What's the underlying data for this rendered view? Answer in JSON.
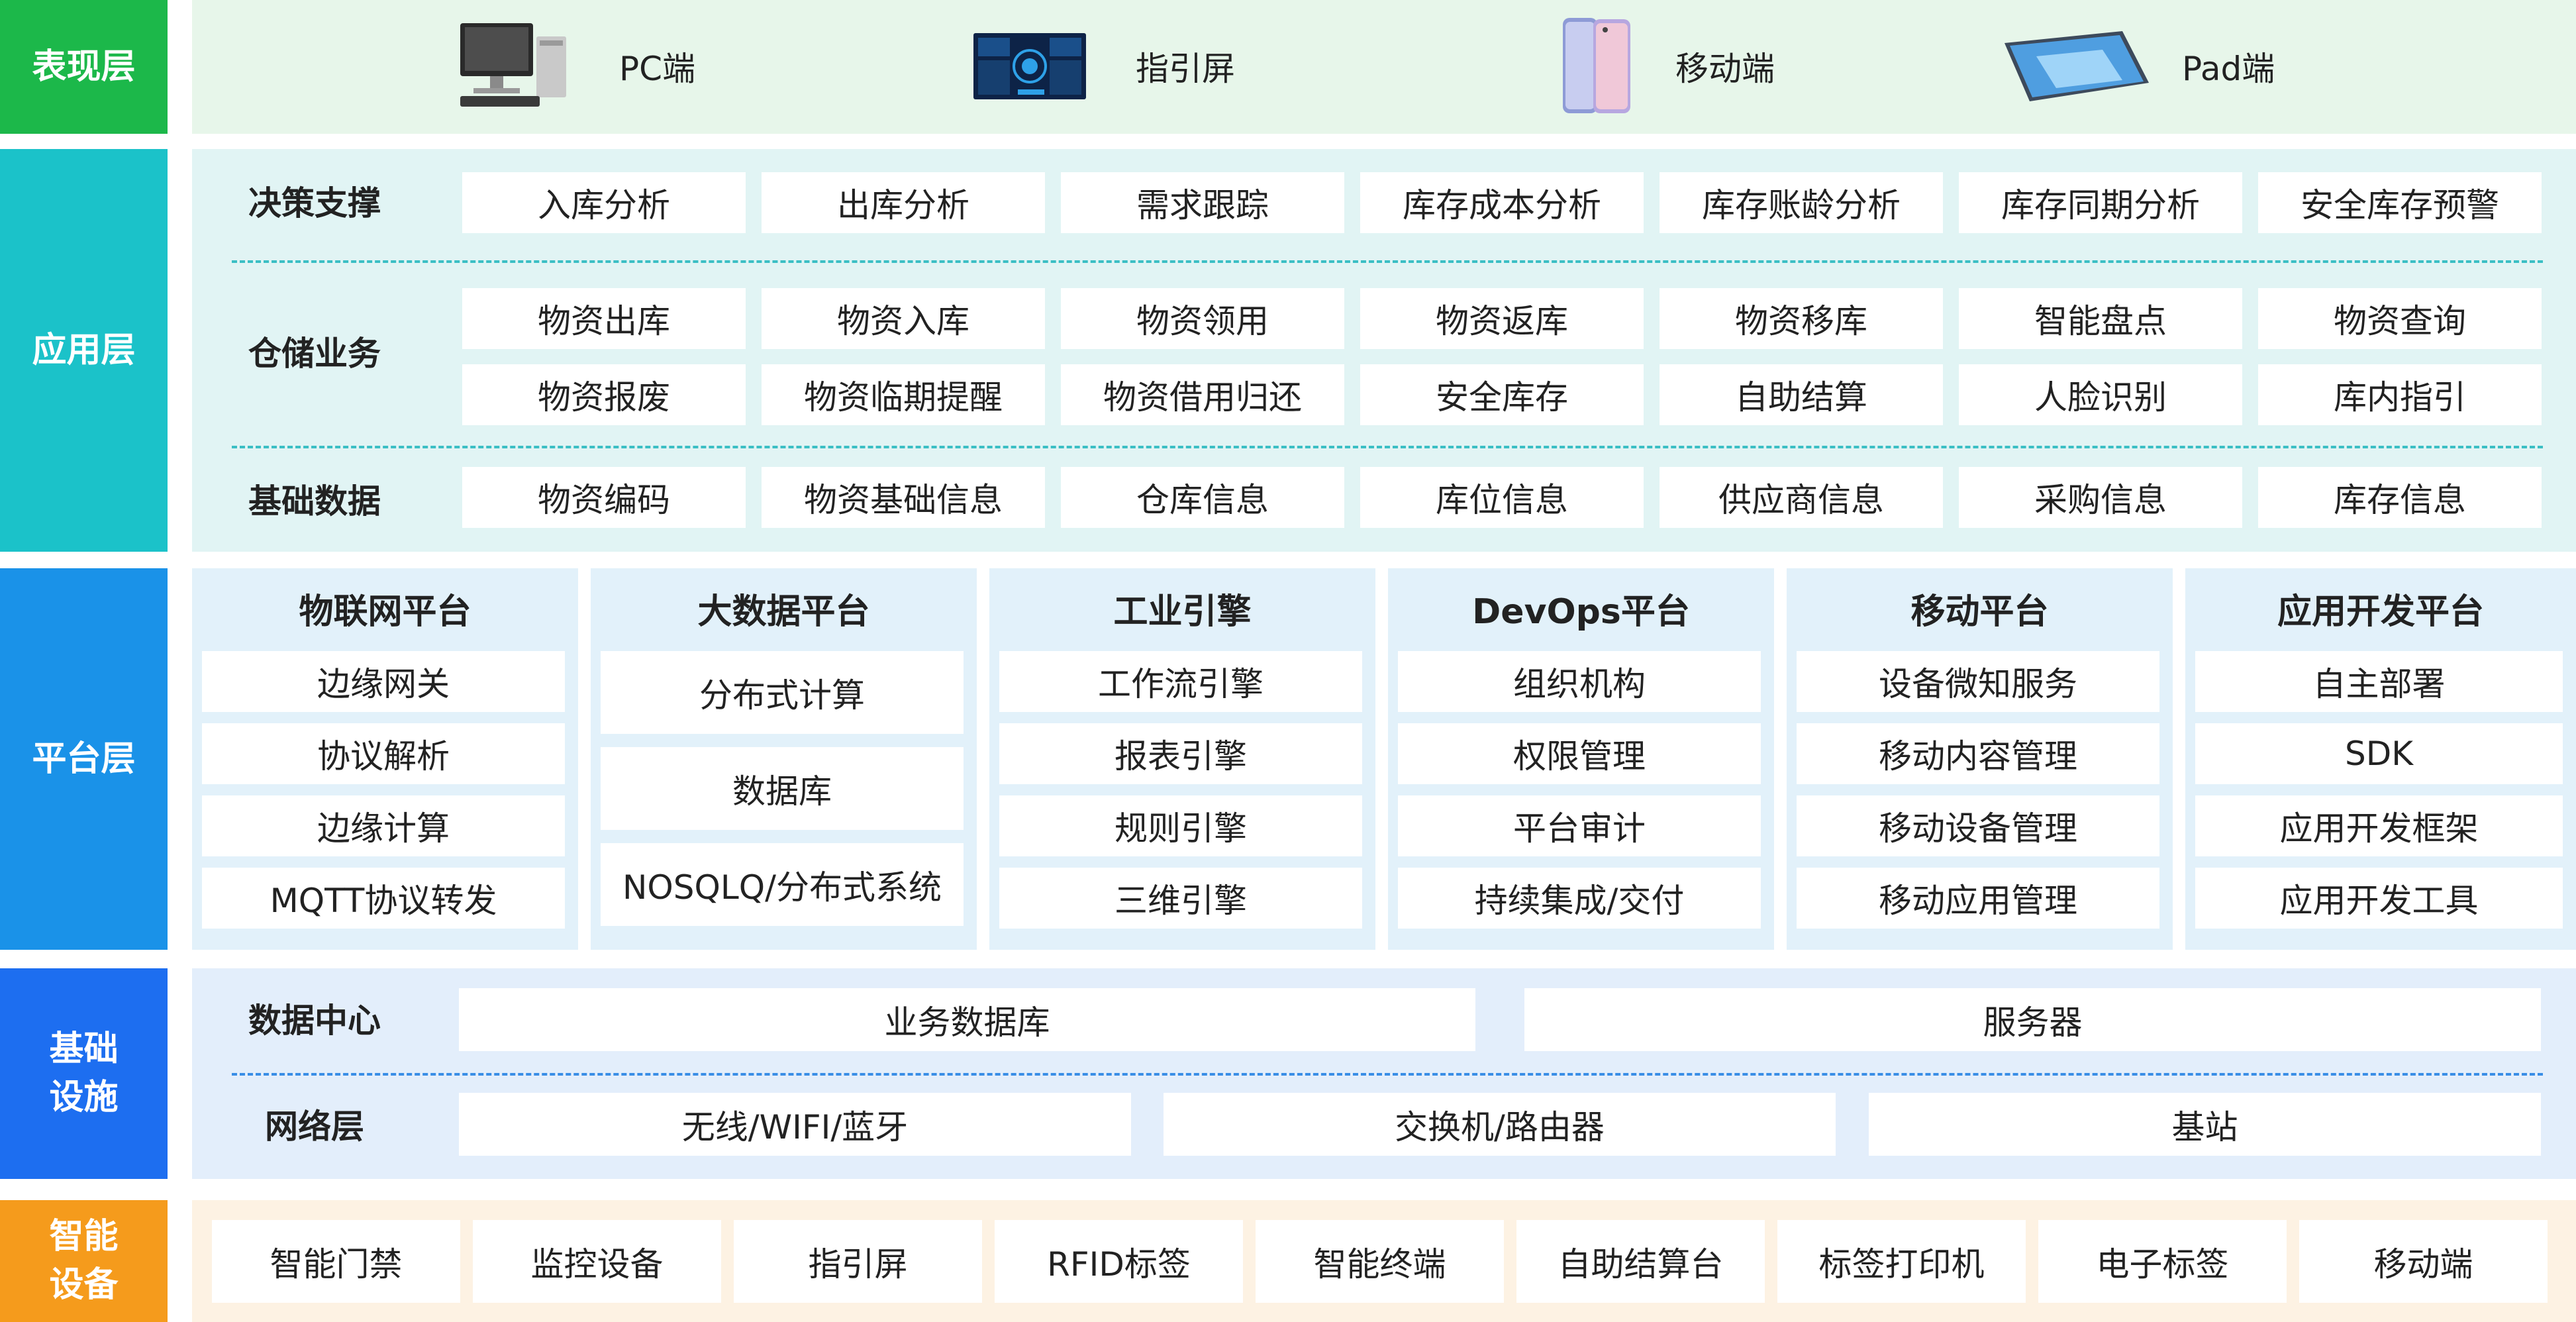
{
  "layers": {
    "presentation": "表现层",
    "application": "应用层",
    "platform": "平台层",
    "infrastructure": [
      "基础",
      "设施"
    ],
    "devices": [
      "智能",
      "设备"
    ]
  },
  "colors": {
    "presentation": "#1cb84a",
    "application": "#1bc2c9",
    "platform": "#1a92e8",
    "infrastructure": "#1d6ef0",
    "devices": "#f59b1c"
  },
  "presentation": {
    "items": [
      {
        "icon": "pc-icon",
        "label": "PC端"
      },
      {
        "icon": "guide-screen-icon",
        "label": "指引屏"
      },
      {
        "icon": "mobile-phone-icon",
        "label": "移动端"
      },
      {
        "icon": "tablet-icon",
        "label": "Pad端"
      }
    ]
  },
  "application": {
    "decision": {
      "title": "决策支撑",
      "items": [
        "入库分析",
        "出库分析",
        "需求跟踪",
        "库存成本分析",
        "库存账龄分析",
        "库存同期分析",
        "安全库存预警"
      ]
    },
    "warehouse": {
      "title": "仓储业务",
      "row1": [
        "物资出库",
        "物资入库",
        "物资领用",
        "物资返库",
        "物资移库",
        "智能盘点",
        "物资查询"
      ],
      "row2": [
        "物资报废",
        "物资临期提醒",
        "物资借用归还",
        "安全库存",
        "自助结算",
        "人脸识别",
        "库内指引"
      ]
    },
    "basic": {
      "title": "基础数据",
      "items": [
        "物资编码",
        "物资基础信息",
        "仓库信息",
        "库位信息",
        "供应商信息",
        "采购信息",
        "库存信息"
      ]
    }
  },
  "platform": {
    "columns": [
      {
        "title": "物联网平台",
        "items": [
          "边缘网关",
          "协议解析",
          "边缘计算",
          "MQTT协议转发"
        ]
      },
      {
        "title": "大数据平台",
        "items": [
          "分布式计算",
          "数据库",
          "NOSQLQ/分布式系统"
        ]
      },
      {
        "title": "工业引擎",
        "items": [
          "工作流引擎",
          "报表引擎",
          "规则引擎",
          "三维引擎"
        ]
      },
      {
        "title": "DevOps平台",
        "items": [
          "组织机构",
          "权限管理",
          "平台审计",
          "持续集成/交付"
        ]
      },
      {
        "title": "移动平台",
        "items": [
          "设备微知服务",
          "移动内容管理",
          "移动设备管理",
          "移动应用管理"
        ]
      },
      {
        "title": "应用开发平台",
        "items": [
          "自主部署",
          "SDK",
          "应用开发框架",
          "应用开发工具"
        ]
      }
    ]
  },
  "infrastructure": {
    "datacenter": {
      "title": "数据中心",
      "items": [
        "业务数据库",
        "服务器"
      ]
    },
    "network": {
      "title": "网络层",
      "items": [
        "无线/WIFI/蓝牙",
        "交换机/路由器",
        "基站"
      ]
    }
  },
  "devices": {
    "items": [
      "智能门禁",
      "监控设备",
      "指引屏",
      "RFID标签",
      "智能终端",
      "自助结算台",
      "标签打印机",
      "电子标签",
      "移动端"
    ]
  }
}
